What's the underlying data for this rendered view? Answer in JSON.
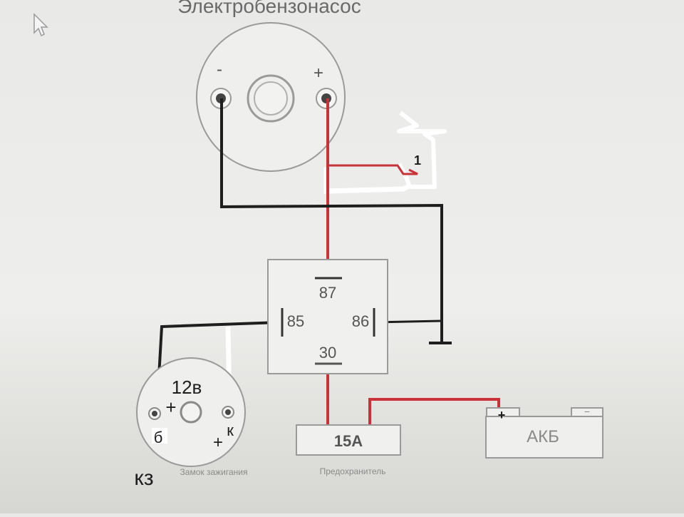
{
  "title": "Электробензонасос",
  "pump": {
    "minus": "-",
    "plus": "+"
  },
  "relay": {
    "pin87": "87",
    "pin85": "85",
    "pin86": "86",
    "pin30": "30"
  },
  "fuse": {
    "rating": "15A",
    "caption": "Предохранитель"
  },
  "battery": {
    "label": "АКБ",
    "plus": "+",
    "minus": "−"
  },
  "ignition": {
    "voltage_note": "12в",
    "plus_left": "+",
    "plus_bottom": "+",
    "terminal_b": "б",
    "terminal_k": "к",
    "caption": "Замок зажигания",
    "note": "кз"
  },
  "added_switch": {
    "label": "1"
  },
  "colors": {
    "wire_red": "#c8333a",
    "wire_black": "#1e1e1e",
    "outline": "#9a9a9a",
    "marker_white": "#ffffff"
  }
}
